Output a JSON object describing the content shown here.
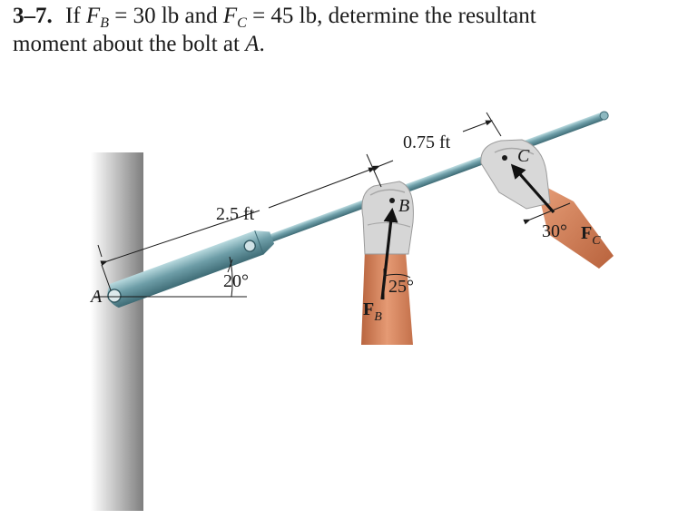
{
  "problem": {
    "number": "3–7.",
    "lead": "If",
    "fb_sym": "F",
    "fb_sub": "B",
    "eq1": "= 30 lb and",
    "fc_sym": "F",
    "fc_sub": "C",
    "eq2": "= 45 lb, determine the resultant",
    "line2": "moment about the bolt at",
    "point": "A",
    "end": "."
  },
  "figure": {
    "dim_rod": "2.5 ft",
    "dim_span": "0.75 ft",
    "angle_rod": "20°",
    "angle_fb": "25°",
    "angle_fc": "30°",
    "point_a": "A",
    "point_b": "B",
    "point_c": "C",
    "force_b": "F",
    "force_b_sub": "B",
    "force_c": "F",
    "force_c_sub": "C"
  },
  "colors": {
    "rod": "#5e8f9a",
    "rod_light": "#a9cdd4",
    "wall": "#8d8d8d",
    "arm": "#d7875f",
    "glove": "#d8d8d8"
  }
}
